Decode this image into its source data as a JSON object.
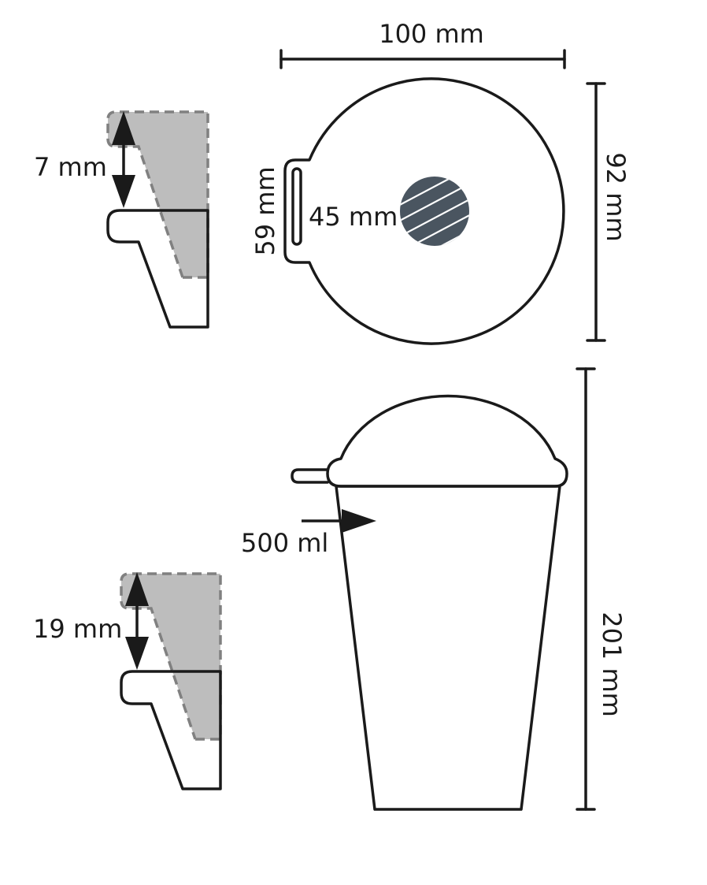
{
  "diagram": {
    "labels": {
      "top_width": "100 mm",
      "right_height_top": "92 mm",
      "slot_height": "59 mm",
      "straw_hole": "45 mm",
      "detail_top": "7 mm",
      "detail_bottom": "19 mm",
      "volume": "500 ml",
      "total_height": "201 mm"
    },
    "colors": {
      "line": "#1a1a1a",
      "cup_fill": "#dfe5ec",
      "hole_fill": "#4a5560",
      "shade_fill": "#bdbdbd",
      "dash": "#808080"
    }
  }
}
